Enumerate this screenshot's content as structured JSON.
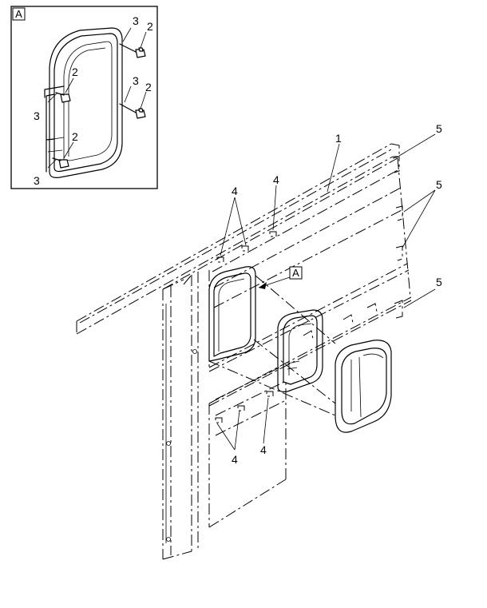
{
  "detail": {
    "label": "A"
  },
  "callouts": {
    "detail_2a": "2",
    "detail_2b": "2",
    "detail_2c": "2",
    "detail_2d": "2",
    "detail_3a": "3",
    "detail_3b": "3",
    "detail_3c": "3",
    "detail_3d": "3",
    "main_1": "1",
    "main_4a": "4",
    "main_4b": "4",
    "main_4c": "4",
    "main_4d": "4",
    "main_5a": "5",
    "main_5b": "5",
    "main_5c": "5",
    "view_ref": "A"
  }
}
